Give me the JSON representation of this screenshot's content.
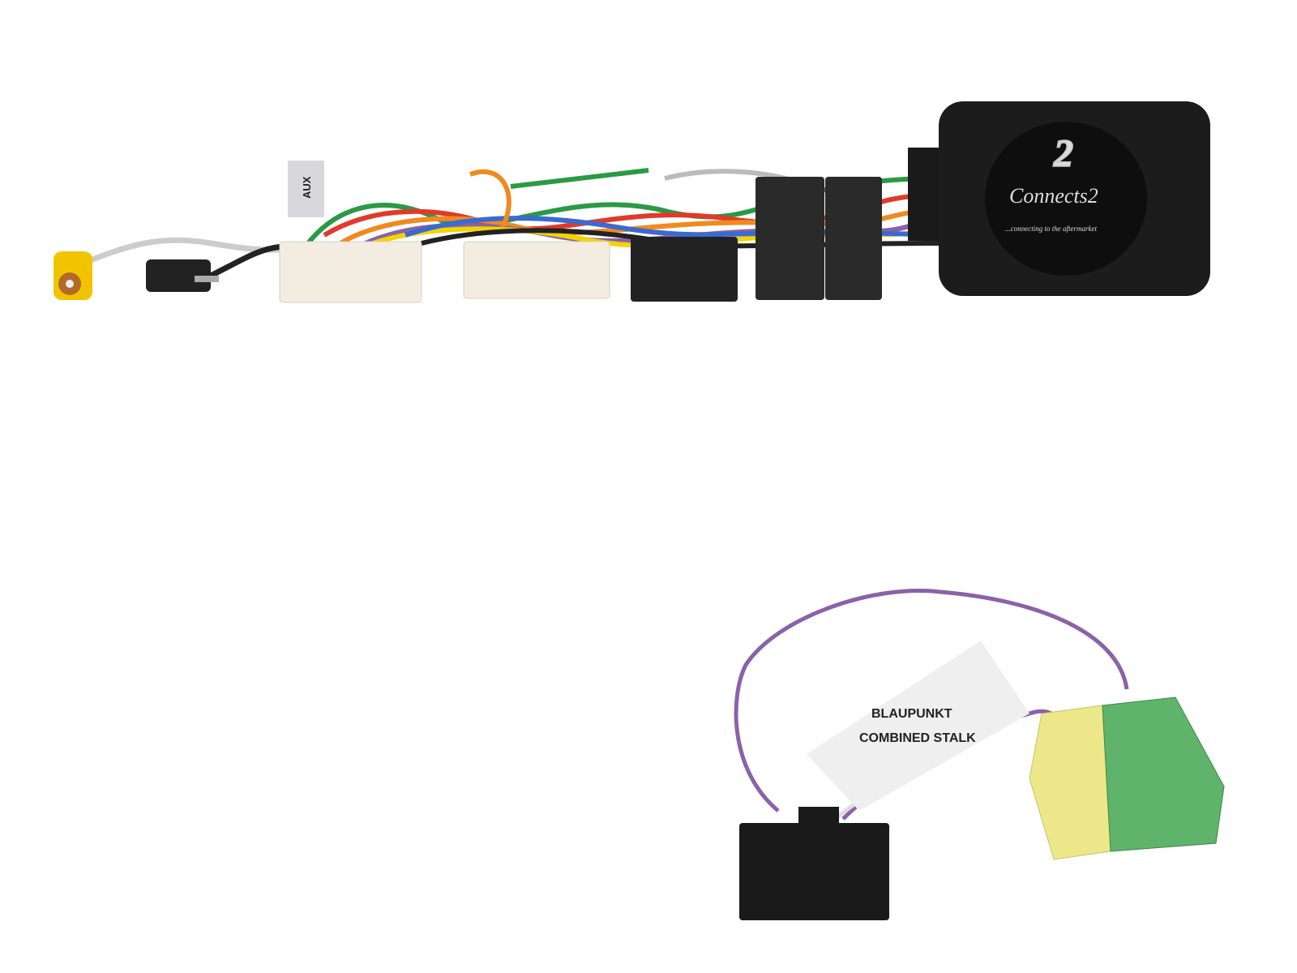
{
  "product_photo": {
    "aux_label": "AUX",
    "module": {
      "logo": "Connects2",
      "logo_mark": "2",
      "tagline": "...connecting to the aftermarket"
    },
    "adapter_label": {
      "line1": "BLAUPUNKT",
      "line2": "COMBINED STALK"
    }
  },
  "colors": {
    "background": "#ffffff",
    "module_body": "#1c1c1c",
    "connector_white": "#f2ede0",
    "rca_yellow": "#f2c400",
    "connector_yellow": "#ece88a",
    "connector_green": "#5fb36a",
    "wire_purple": "#8a62a8"
  }
}
